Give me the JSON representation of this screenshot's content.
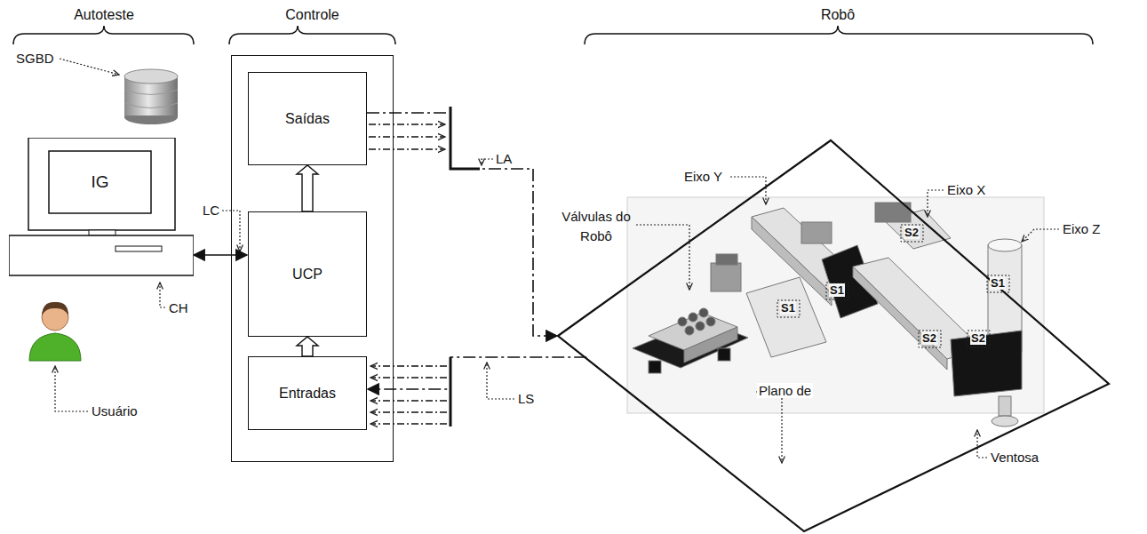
{
  "diagram": {
    "nodes": [
      {
        "text": [
          "IG"
        ]
      },
      {
        "text": [
          "Controle"
        ]
      },
      {
        "text": [
          "Saídas"
        ],
        "in": 1
      },
      {
        "text": [
          "UCP"
        ],
        "in": 1
      },
      {
        "text": [
          "Entradas"
        ],
        "in": 1
      },
      {
        "text": [
          "Plano de"
        ]
      }
    ],
    "edges": [
      {
        "from": 0,
        "to": 3,
        "arrow": "both"
      },
      {
        "from": 2,
        "to": 5,
        "arrow": "to"
      },
      {
        "from": 5,
        "to": 4,
        "arrow": "to"
      },
      {
        "from": 4,
        "to": 3,
        "arrow": "to"
      },
      {
        "from": 3,
        "to": 2,
        "arrow": "to"
      }
    ],
    "labels": [
      "Autoteste",
      "Robô",
      "SGBD",
      "LC",
      "CH",
      "Usuário",
      "LA",
      "LS",
      "Eixo Y",
      "Eixo X",
      "Eixo Z",
      "Válvulas do Robô",
      "S1",
      "S1",
      "S1",
      "S2",
      "S2",
      "S2",
      "Ventosa"
    ]
  }
}
